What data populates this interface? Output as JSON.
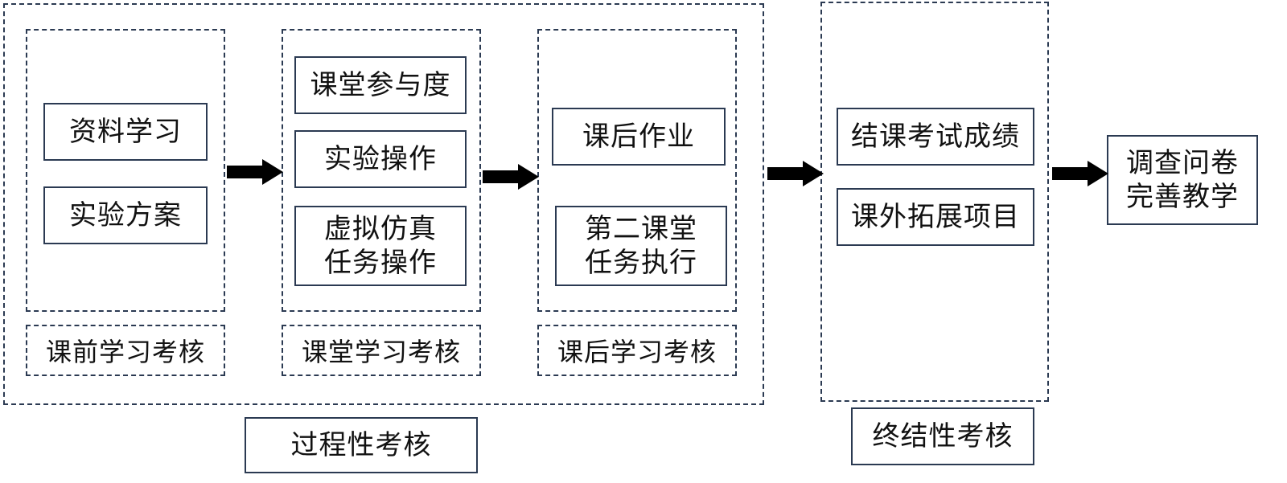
{
  "colors": {
    "border": "#2b3a52",
    "arrow": "#000000",
    "text": "#111111",
    "background": "#ffffff"
  },
  "process": {
    "title": "过程性考核",
    "stages": [
      {
        "footer": "课前学习考核",
        "items": [
          "资料学习",
          "实验方案"
        ]
      },
      {
        "footer": "课堂学习考核",
        "items": [
          "课堂参与度",
          "实验操作",
          "虚拟仿真\n任务操作"
        ]
      },
      {
        "footer": "课后学习考核",
        "items": [
          "课后作业",
          "第二课堂\n任务执行"
        ]
      }
    ]
  },
  "final": {
    "title": "终结性考核",
    "items": [
      "结课考试成绩",
      "课外拓展项目"
    ]
  },
  "survey": {
    "text": "调查问卷\n完善教学"
  }
}
